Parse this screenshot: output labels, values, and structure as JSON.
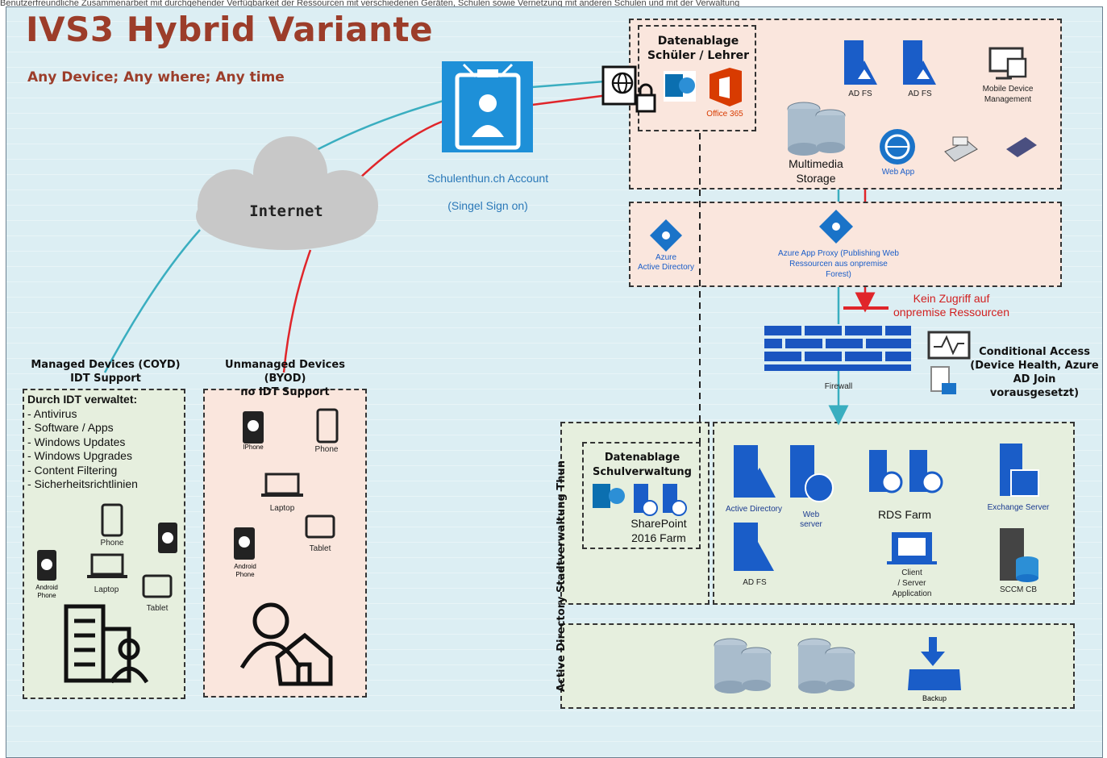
{
  "top_strip_text": "Benutzerfreundliche Zusammenarbeit mit durchgehender Verfügbarkeit der Ressourcen mit verschiedenen Geräten, Schulen sowie Vernetzung mit anderen Schulen und mit der Verwaltung",
  "title": "IVS3 Hybrid Variante",
  "subtitle": "Any Device; Any where; Any time",
  "account": {
    "line1": "Schulenthun.ch Account",
    "line2": "(Singel Sign on)"
  },
  "internet": "Internet",
  "cloud_storage": {
    "title": "Datenablage\nSchüler / Lehrer",
    "office": "Office 365"
  },
  "cloud_services": {
    "adfs1": "AD FS",
    "adfs2": "AD FS",
    "mdm": "Mobile Device\nManagement",
    "multimedia": "Multimedia\nStorage",
    "webapp": "Web App"
  },
  "azure": {
    "aad": "Azure\nActive Directory",
    "proxy": "Azure App Proxy (Publishing Web\nRessourcen aus onpremise\nForest)"
  },
  "no_access": "Kein Zugriff auf\nonpremise Ressourcen",
  "firewall": "Firewall",
  "conditional_access": "Conditional Access\n(Device Health, Azure\nAD Join\nvorausgesetzt)",
  "managed": {
    "title": "Managed Devices (COYD)\nIDT Support",
    "list_head": "Durch IDT verwaltet:",
    "items": [
      "- Antivirus",
      "- Software / Apps",
      "- Windows Updates",
      "- Windows Upgrades",
      "- Content Filtering",
      "- Sicherheitsrichtlinien"
    ],
    "phone": "Phone",
    "android": "Android\nPhone",
    "laptop": "Laptop",
    "tablet": "Tablet"
  },
  "unmanaged": {
    "title": "Unmanaged Devices (BYOD)\nno IDT Support",
    "iphone": "IPhone",
    "phone": "Phone",
    "laptop": "Laptop",
    "tablet": "Tablet",
    "android": "Android\nPhone"
  },
  "onprem": {
    "vertical_label": "Active Directory Stadtverwaltung Thun",
    "storage_title": "Datenablage\nSchulverwaltung",
    "sharepoint": "SharePoint\n2016 Farm",
    "active_directory": "Active Directory",
    "web_server": "Web\nserver",
    "rds": "RDS Farm",
    "exchange": "Exchange Server",
    "adfs": "AD FS",
    "client_server": "Client\n/ Server\nApplication",
    "sccm": "SCCM CB",
    "backup": "Backup"
  },
  "colors": {
    "title": "#9c3d2a",
    "azure_blue": "#1a73c8",
    "cyan_line": "#3aaec0",
    "red_line": "#e0252a",
    "office_red": "#d83b01"
  }
}
